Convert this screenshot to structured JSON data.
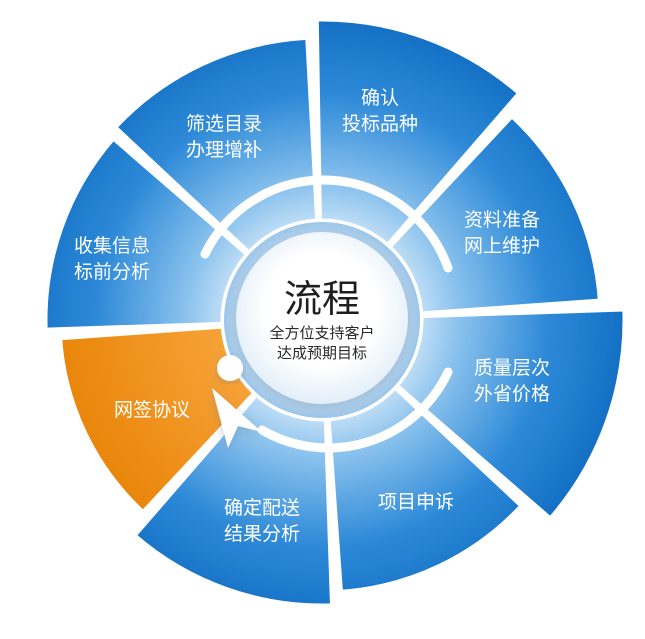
{
  "center": {
    "title": "流程",
    "subtitle_line1": "全方位支持客户",
    "subtitle_line2": "达成预期目标"
  },
  "segments": [
    {
      "line1": "确认",
      "line2": "投标品种",
      "color": "#1a78cf"
    },
    {
      "line1": "资料准备",
      "line2": "网上维护",
      "color": "#1a78cf"
    },
    {
      "line1": "质量层次",
      "line2": "外省价格",
      "color": "#1a78cf"
    },
    {
      "line1": "项目申诉",
      "line2": "",
      "color": "#1a78cf"
    },
    {
      "line1": "确定配送",
      "line2": "结果分析",
      "color": "#1a78cf"
    },
    {
      "line1": "网签协议",
      "line2": "",
      "color": "#ee8400"
    },
    {
      "line1": "收集信息",
      "line2": "标前分析",
      "color": "#1a78cf"
    },
    {
      "line1": "筛选目录",
      "line2": "办理增补",
      "color": "#1a78cf"
    }
  ],
  "colors": {
    "blue": "#1a78cf",
    "blue_light": "#eaf5fd",
    "orange": "#ee8400",
    "highlight_ring": "#ffffff"
  }
}
